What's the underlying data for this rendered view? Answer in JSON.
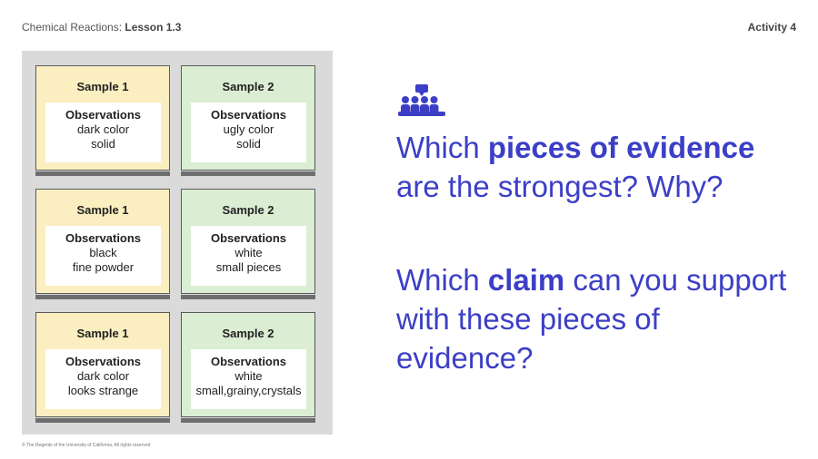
{
  "header": {
    "course": "Chemical Reactions:",
    "lesson": "Lesson 1.3",
    "activity": "Activity 4"
  },
  "cards": [
    {
      "title": "Sample 1",
      "obs_label": "Observations",
      "lines": [
        "dark color",
        "solid"
      ],
      "color": "#fbefc1"
    },
    {
      "title": "Sample 2",
      "obs_label": "Observations",
      "lines": [
        "ugly color",
        "solid"
      ],
      "color": "#dbedd3"
    },
    {
      "title": "Sample 1",
      "obs_label": "Observations",
      "lines": [
        "black",
        "fine powder"
      ],
      "color": "#fbefc1"
    },
    {
      "title": "Sample 2",
      "obs_label": "Observations",
      "lines": [
        "white",
        "small pieces"
      ],
      "color": "#dbedd3"
    },
    {
      "title": "Sample 1",
      "obs_label": "Observations",
      "lines": [
        "dark color",
        "looks strange"
      ],
      "color": "#fbefc1"
    },
    {
      "title": "Sample 2",
      "obs_label": "Observations",
      "lines": [
        "white",
        "small,grainy,crystals"
      ],
      "color": "#dbedd3"
    }
  ],
  "discussion_icon": "group-discussion-icon",
  "question1": {
    "p1": "Which ",
    "b1": "pieces of evidence",
    "p2": " are the strongest? Why?"
  },
  "question2": {
    "p1": "Which ",
    "b1": "claim",
    "p2": " can you support with these pieces of evidence?"
  },
  "footer": "© The Regents of the University of California. All rights reserved",
  "colors": {
    "accent": "#3c3fc6",
    "sample1_bg": "#fbefc1",
    "sample2_bg": "#dbedd3",
    "panel_bg": "#dadada"
  }
}
